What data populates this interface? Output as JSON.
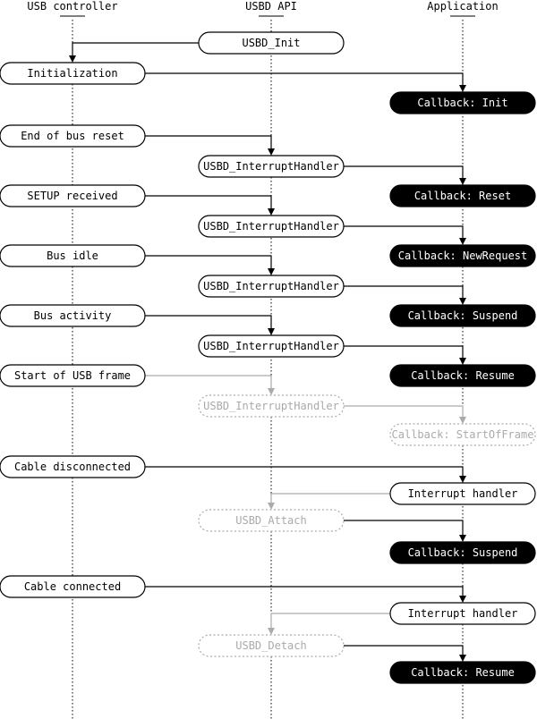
{
  "lanes": [
    {
      "id": "ctrl",
      "title": "USB controller"
    },
    {
      "id": "api",
      "title": "USBD API"
    },
    {
      "id": "app",
      "title": "Application"
    }
  ],
  "nodes": [
    {
      "name": "usbd-init-node",
      "label": "USBD_Init",
      "lane": "api",
      "row": 0,
      "style": "normal"
    },
    {
      "name": "initialization-node",
      "label": "Initialization",
      "lane": "ctrl",
      "row": 1,
      "style": "normal"
    },
    {
      "name": "callback-init-node",
      "label": "Callback: Init",
      "lane": "app",
      "row": 2,
      "style": "black"
    },
    {
      "name": "end-of-bus-reset-node",
      "label": "End of bus reset",
      "lane": "ctrl",
      "row": 3,
      "style": "normal"
    },
    {
      "name": "interrupt-handler-reset-node",
      "label": "USBD_InterruptHandler",
      "lane": "api",
      "row": 4,
      "style": "normal"
    },
    {
      "name": "setup-received-node",
      "label": "SETUP received",
      "lane": "ctrl",
      "row": 5,
      "style": "normal"
    },
    {
      "name": "callback-reset-node",
      "label": "Callback: Reset",
      "lane": "app",
      "row": 5,
      "style": "black"
    },
    {
      "name": "interrupt-handler-setup-node",
      "label": "USBD_InterruptHandler",
      "lane": "api",
      "row": 6,
      "style": "normal"
    },
    {
      "name": "bus-idle-node",
      "label": "Bus idle",
      "lane": "ctrl",
      "row": 7,
      "style": "normal"
    },
    {
      "name": "callback-newrequest-node",
      "label": "Callback: NewRequest",
      "lane": "app",
      "row": 7,
      "style": "black"
    },
    {
      "name": "interrupt-handler-idle-node",
      "label": "USBD_InterruptHandler",
      "lane": "api",
      "row": 8,
      "style": "normal"
    },
    {
      "name": "bus-activity-node",
      "label": "Bus activity",
      "lane": "ctrl",
      "row": 9,
      "style": "normal"
    },
    {
      "name": "callback-suspend-node",
      "label": "Callback: Suspend",
      "lane": "app",
      "row": 9,
      "style": "black"
    },
    {
      "name": "interrupt-handler-activity-node",
      "label": "USBD_InterruptHandler",
      "lane": "api",
      "row": 10,
      "style": "normal"
    },
    {
      "name": "start-of-usb-frame-node",
      "label": "Start of USB frame",
      "lane": "ctrl",
      "row": 11,
      "style": "normal"
    },
    {
      "name": "callback-resume-node",
      "label": "Callback: Resume",
      "lane": "app",
      "row": 11,
      "style": "black"
    },
    {
      "name": "interrupt-handler-sof-node",
      "label": "USBD_InterruptHandler",
      "lane": "api",
      "row": 12,
      "style": "faded"
    },
    {
      "name": "callback-startofframe-node",
      "label": "Callback: StartOfFrame",
      "lane": "app",
      "row": 13,
      "style": "faded-clipped"
    },
    {
      "name": "cable-disconnected-node",
      "label": "Cable disconnected",
      "lane": "ctrl",
      "row": 14,
      "style": "normal"
    },
    {
      "name": "interrupt-handler-disconnect-node",
      "label": "Interrupt handler",
      "lane": "app",
      "row": 15,
      "style": "normal"
    },
    {
      "name": "usbd-attach-node",
      "label": "USBD_Attach",
      "lane": "api",
      "row": 16,
      "style": "faded"
    },
    {
      "name": "callback-suspend-2-node",
      "label": "Callback: Suspend",
      "lane": "app",
      "row": 17,
      "style": "black"
    },
    {
      "name": "cable-connected-node",
      "label": "Cable connected",
      "lane": "ctrl",
      "row": 18,
      "style": "normal"
    },
    {
      "name": "interrupt-handler-connect-node",
      "label": "Interrupt handler",
      "lane": "app",
      "row": 19,
      "style": "normal"
    },
    {
      "name": "usbd-detach-node",
      "label": "USBD_Detach",
      "lane": "api",
      "row": 20,
      "style": "faded"
    },
    {
      "name": "callback-resume-2-node",
      "label": "Callback: Resume",
      "lane": "app",
      "row": 21,
      "style": "black"
    }
  ],
  "arrows": [
    {
      "from": "usbd-init-node",
      "to": "initialization-node",
      "style": "normal"
    },
    {
      "from": "initialization-node",
      "to": "callback-init-node",
      "style": "normal"
    },
    {
      "from": "end-of-bus-reset-node",
      "to": "interrupt-handler-reset-node",
      "style": "normal"
    },
    {
      "from": "interrupt-handler-reset-node",
      "to": "callback-reset-node",
      "style": "normal"
    },
    {
      "from": "setup-received-node",
      "to": "interrupt-handler-setup-node",
      "style": "normal"
    },
    {
      "from": "interrupt-handler-setup-node",
      "to": "callback-newrequest-node",
      "style": "normal"
    },
    {
      "from": "bus-idle-node",
      "to": "interrupt-handler-idle-node",
      "style": "normal"
    },
    {
      "from": "interrupt-handler-idle-node",
      "to": "callback-suspend-node",
      "style": "normal"
    },
    {
      "from": "bus-activity-node",
      "to": "interrupt-handler-activity-node",
      "style": "normal"
    },
    {
      "from": "interrupt-handler-activity-node",
      "to": "callback-resume-node",
      "style": "normal"
    },
    {
      "from": "start-of-usb-frame-node",
      "to": "interrupt-handler-sof-node",
      "style": "faded"
    },
    {
      "from": "interrupt-handler-sof-node",
      "to": "callback-startofframe-node",
      "style": "faded"
    },
    {
      "from": "cable-disconnected-node",
      "to": "interrupt-handler-disconnect-node",
      "style": "normal"
    },
    {
      "from": "interrupt-handler-disconnect-node",
      "to": "usbd-attach-node",
      "style": "faded"
    },
    {
      "from": "usbd-attach-node",
      "to": "callback-suspend-2-node",
      "style": "normal"
    },
    {
      "from": "cable-connected-node",
      "to": "interrupt-handler-connect-node",
      "style": "normal"
    },
    {
      "from": "interrupt-handler-connect-node",
      "to": "usbd-detach-node",
      "style": "faded"
    },
    {
      "from": "usbd-detach-node",
      "to": "callback-resume-2-node",
      "style": "normal"
    }
  ],
  "colors": {
    "line": "#000000",
    "faded": "#aaaaaa",
    "black_fill": "#000000",
    "black_text": "#ffffff",
    "normal_fill": "#ffffff",
    "normal_text": "#000000"
  }
}
